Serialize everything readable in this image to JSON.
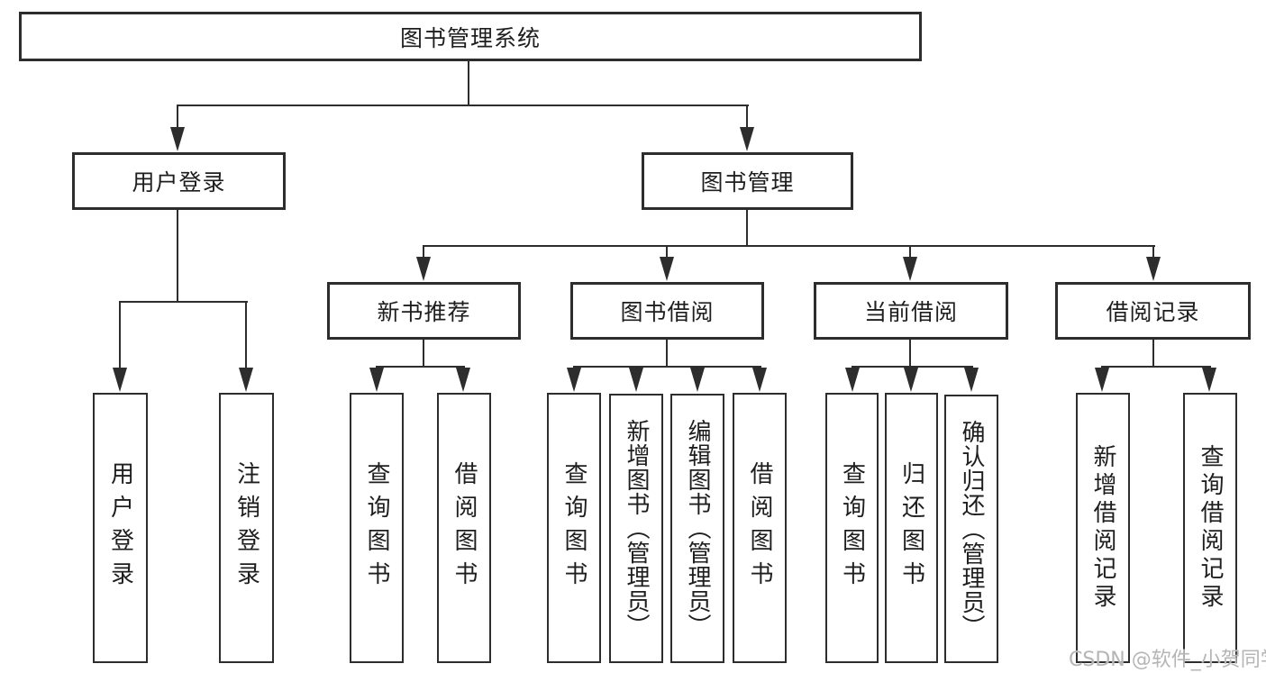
{
  "diagram": {
    "title": "图书管理系统",
    "level2": {
      "user_login": "用户登录",
      "book_mgmt": "图书管理"
    },
    "level3": {
      "new_books": "新书推荐",
      "borrowing": "图书借阅",
      "current": "当前借阅",
      "records": "借阅记录"
    },
    "leaves": {
      "login": "用户登录",
      "logout": "注销登录",
      "nb_query": "查询图书",
      "nb_borrow": "借阅图书",
      "bw_query": "查询图书",
      "bw_add": "新增图书（管理员）",
      "bw_edit": "编辑图书（管理员）",
      "bw_borrow": "借阅图书",
      "cur_query": "查询图书",
      "cur_return": "归还图书",
      "cur_confirm": "确认归还（管理员）",
      "rec_add": "新增借阅记录",
      "rec_query": "查询借阅记录"
    }
  },
  "watermark": "CSDN @软件_小贺同学",
  "colors": {
    "line": "#2d2d2d",
    "text": "#1e1e1e",
    "watermark": "#b5b5b5",
    "background": "#ffffff"
  }
}
